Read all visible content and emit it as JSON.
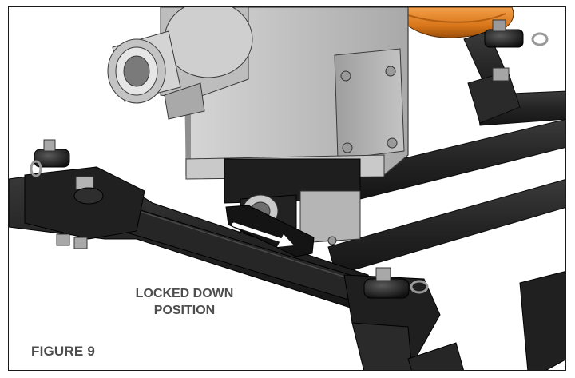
{
  "figure": {
    "label": "FIGURE 9",
    "caption_line1": "LOCKED DOWN",
    "caption_line2": "POSITION"
  },
  "colors": {
    "frame_steel": "#2b2b2b",
    "gearbox_gray": "#b8b8b8",
    "orange_part": "#e0861f",
    "arrow": "#ffffff"
  },
  "icons": {
    "direction_arrow": "arrow-right-icon"
  }
}
